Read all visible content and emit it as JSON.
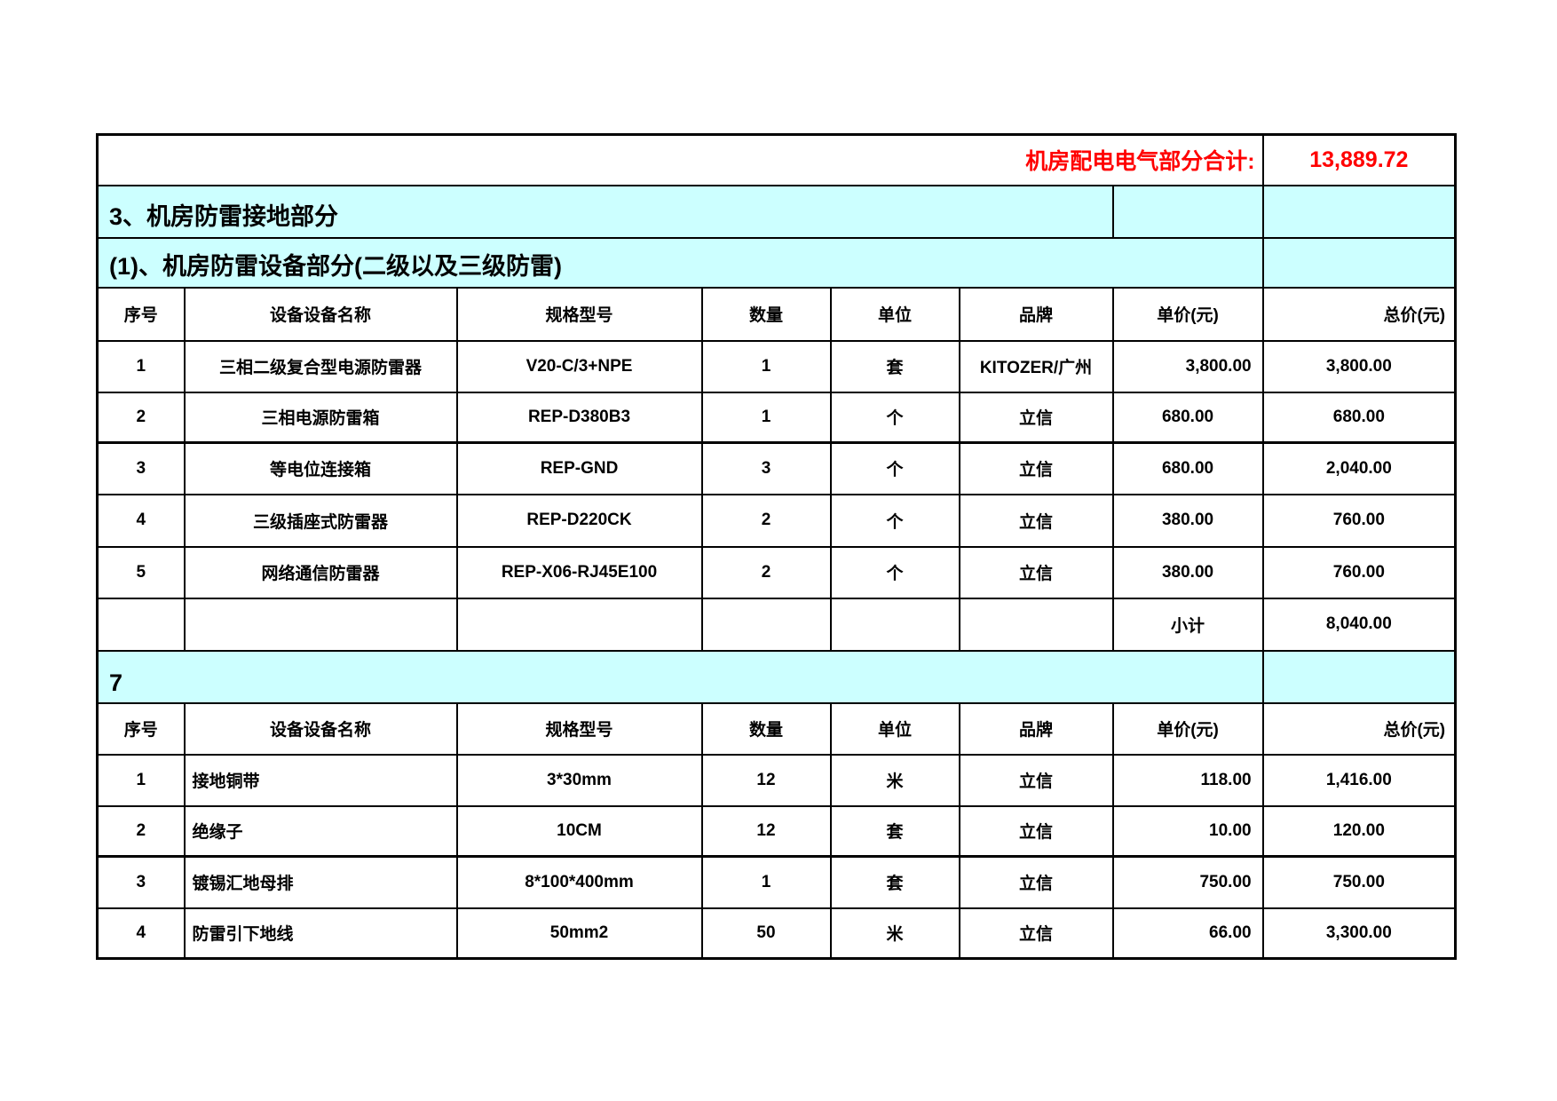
{
  "colors": {
    "accent_red": "#FF0000",
    "section_bg": "#CCFFFF",
    "border": "#000000"
  },
  "summary_row": {
    "label": "机房配电电气部分合计:",
    "value": "13,889.72"
  },
  "sections": {
    "section3_title": "3、机房防雷接地部分",
    "section3_sub": "(1)、机房防雷设备部分(二级以及三级防雷)",
    "section7_label": "7"
  },
  "columns": [
    "序号",
    "设备设备名称",
    "规格型号",
    "数量",
    "单位",
    "品牌",
    "单价(元)",
    "总价(元)"
  ],
  "table1": {
    "rows": [
      [
        "1",
        "三相二级复合型电源防雷器",
        "V20-C/3+NPE",
        "1",
        "套",
        "KITOZER/广州",
        "3,800.00",
        "3,800.00"
      ],
      [
        "2",
        "三相电源防雷箱",
        "REP-D380B3",
        "1",
        "个",
        "立信",
        "680.00",
        "680.00"
      ],
      [
        "3",
        "等电位连接箱",
        "REP-GND",
        "3",
        "个",
        "立信",
        "680.00",
        "2,040.00"
      ],
      [
        "4",
        "三级插座式防雷器",
        "REP-D220CK",
        "2",
        "个",
        "立信",
        "380.00",
        "760.00"
      ],
      [
        "5",
        "网络通信防雷器",
        "REP-X06-RJ45E100",
        "2",
        "个",
        "立信",
        "380.00",
        "760.00"
      ]
    ],
    "subtotal_label": "小计",
    "subtotal_value": "8,040.00"
  },
  "table2": {
    "rows": [
      [
        "1",
        "接地铜带",
        "3*30mm",
        "12",
        "米",
        "立信",
        "118.00",
        "1,416.00"
      ],
      [
        "2",
        "绝缘子",
        "10CM",
        "12",
        "套",
        "立信",
        "10.00",
        "120.00"
      ],
      [
        "3",
        "镀锡汇地母排",
        "8*100*400mm",
        "1",
        "套",
        "立信",
        "750.00",
        "750.00"
      ],
      [
        "4",
        "防雷引下地线",
        "50mm2",
        "50",
        "米",
        "立信",
        "66.00",
        "3,300.00"
      ]
    ]
  }
}
